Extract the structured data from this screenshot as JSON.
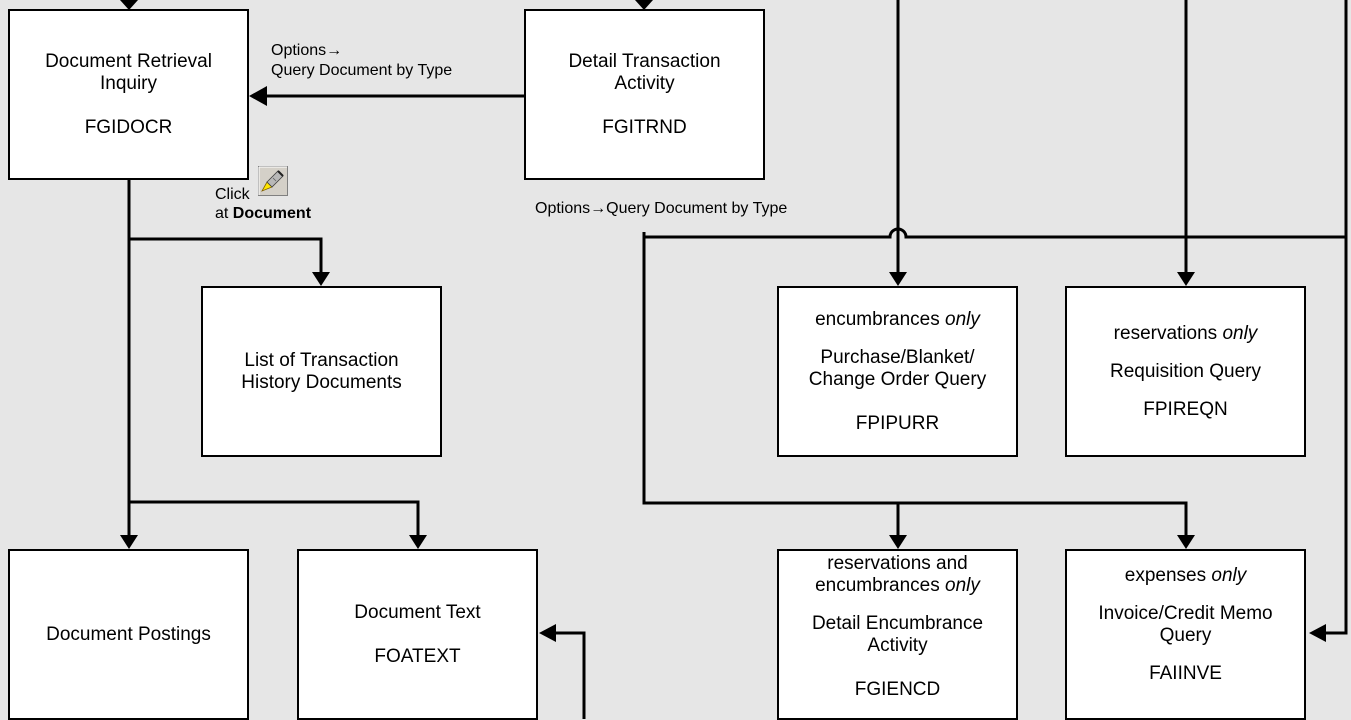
{
  "boxes": {
    "fgidocr": {
      "line1": "Document Retrieval",
      "line2": "Inquiry",
      "code": "FGIDOCR"
    },
    "fgitrnd": {
      "line1": "Detail Transaction",
      "line2": "Activity",
      "code": "FGITRND"
    },
    "history": {
      "line1": "List of Transaction",
      "line2": "History Documents"
    },
    "postings": {
      "line1": "Document Postings"
    },
    "text": {
      "line1": "Document Text",
      "code": "FOATEXT"
    },
    "fpipurr": {
      "qualifier": "encumbrances",
      "only": "only",
      "line1": "Purchase/Blanket/",
      "line2": "Change Order Query",
      "code": "FPIPURR"
    },
    "fpireqn": {
      "qualifier": "reservations",
      "only": "only",
      "line1": "Requisition Query",
      "code": "FPIREQN"
    },
    "fgiencd": {
      "qualifier1": "reservations and",
      "qualifier2": "encumbrances",
      "only": "only",
      "line1": "Detail Encumbrance",
      "line2": "Activity",
      "code": "FGIENCD"
    },
    "faiinve": {
      "qualifier": "expenses",
      "only": "only",
      "line1": "Invoice/Credit Memo",
      "line2": "Query",
      "code": "FAIINVE"
    }
  },
  "labels": {
    "options_top_1": "Options→",
    "options_top_2": "Query Document by Type",
    "click": "Click",
    "at": "at",
    "document": "Document",
    "options_mid": "Options→Query Document by Type"
  },
  "icons": {
    "flashlight": "flashlight-query-icon"
  },
  "colors": {
    "background": "#e6e6e6",
    "box": "#ffffff",
    "line": "#000000"
  }
}
